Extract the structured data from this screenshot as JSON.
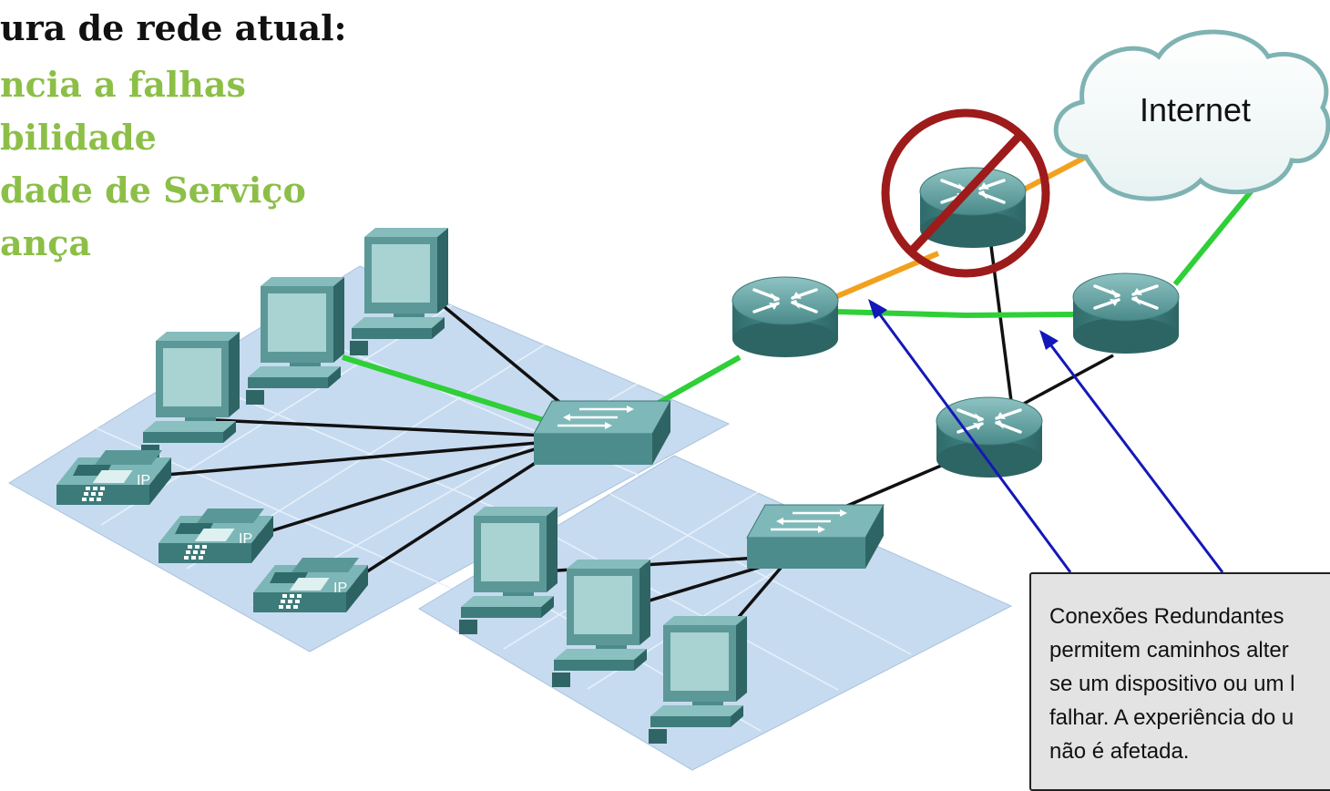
{
  "slide": {
    "heading": "ura de rede atual:",
    "bullets": [
      "ncia a falhas",
      "bilidade",
      "dade de Serviço",
      "ança"
    ],
    "bullet_color": "#8cbf47",
    "accent_green": "#8cbf47"
  },
  "diagram": {
    "cloud_label": "Internet",
    "link_colors": {
      "active": "#2fcf38",
      "failed": "#f2a11e",
      "normal": "#111111",
      "pointer": "#1418b8"
    },
    "failure_symbol_color": "#9e1b1b",
    "phone_label": "IP",
    "callout": {
      "title": "Conexões Redundantes",
      "body": "permitem caminhos alter\nse um dispositivo ou um l\nfalhar. A experiência do u\nnão é afetada."
    }
  }
}
